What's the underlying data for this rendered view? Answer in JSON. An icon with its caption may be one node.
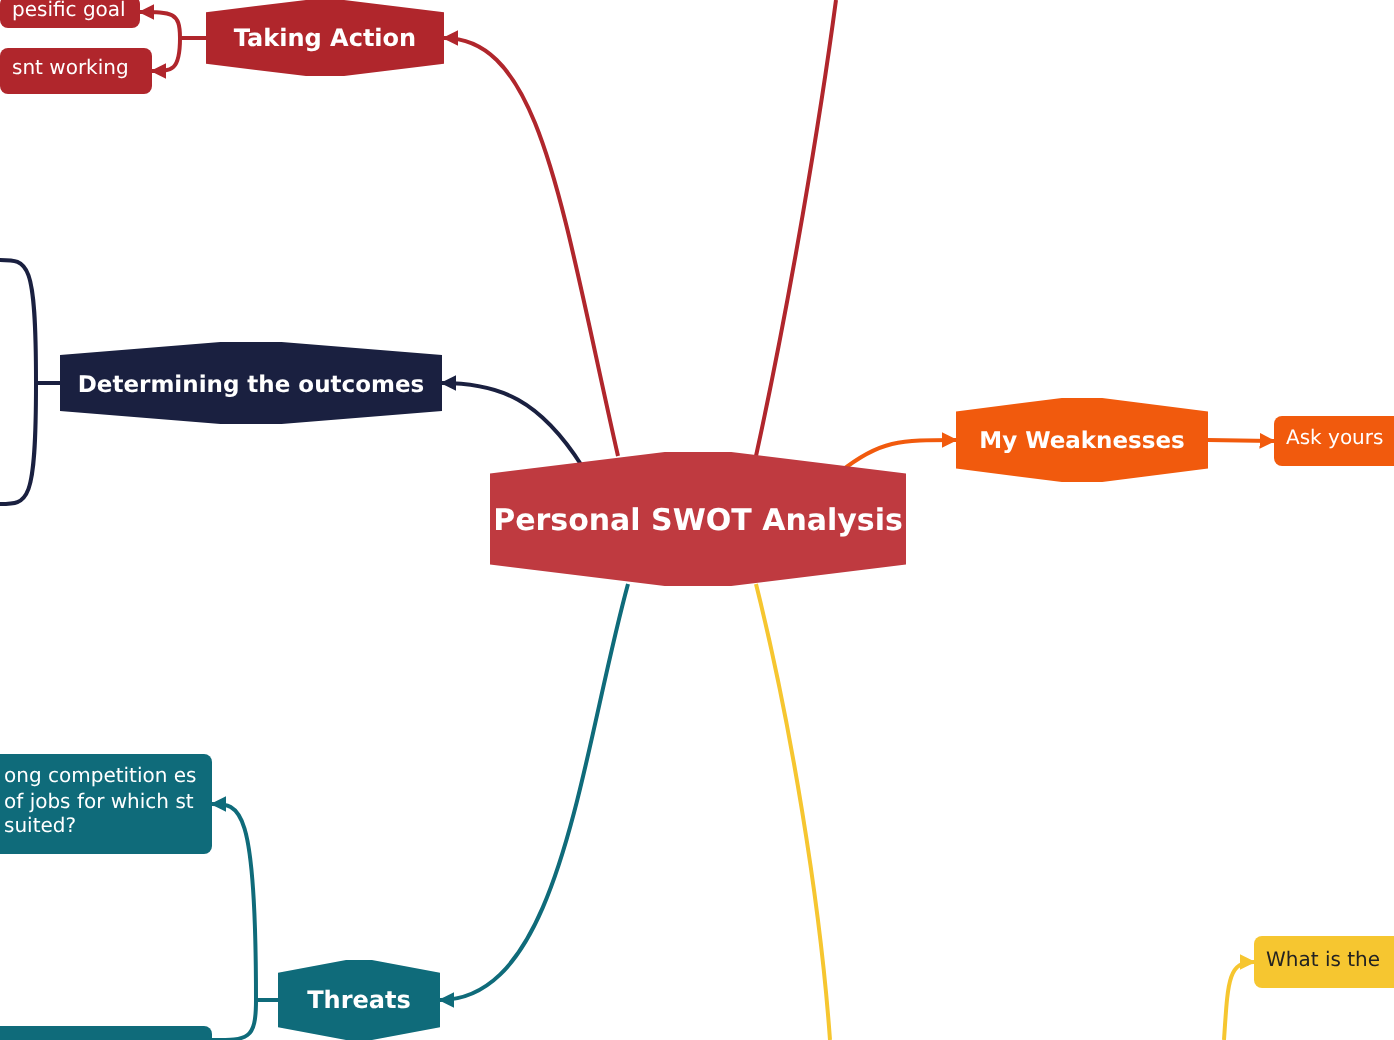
{
  "diagram": {
    "nodes": [
      {
        "text": [
          "Personal SWOT Analysis"
        ]
      },
      {
        "text": [
          "Taking Action"
        ]
      },
      {
        "text": [
          "pesific goal"
        ]
      },
      {
        "text": [
          "snt working"
        ]
      },
      {
        "text": [
          "Determining the outcomes"
        ]
      },
      {
        "text": [
          "My Weaknesses"
        ]
      },
      {
        "text": [
          "Ask yours"
        ]
      },
      {
        "text": [
          "Threats"
        ]
      },
      {
        "text": [
          "ong competition es of jobs for which st suited?"
        ]
      },
      {
        "text": [],
        "shape": "box"
      },
      {
        "text": [
          "What is the"
        ]
      }
    ],
    "edges": [
      {
        "from": 0,
        "to": 1,
        "arrow": "to"
      },
      {
        "from": 1,
        "to": 2,
        "arrow": "to"
      },
      {
        "from": 1,
        "to": 3,
        "arrow": "to"
      },
      {
        "from": 0,
        "to": 4,
        "arrow": "to",
        "color": "#1a2040"
      },
      {
        "from": 4,
        "to": null,
        "arrow": "none",
        "color": "#1a2040"
      },
      {
        "from": 4,
        "to": null,
        "arrow": "none",
        "color": "#1a2040"
      },
      {
        "from": 0,
        "to": 5,
        "arrow": "to",
        "color": "#f15a0d"
      },
      {
        "from": 5,
        "to": 6,
        "arrow": "to",
        "color": "#f15a0d"
      },
      {
        "from": 0,
        "to": 7,
        "arrow": "to",
        "color": "#0f6b7a"
      },
      {
        "from": 7,
        "to": 8,
        "arrow": "to",
        "color": "#0f6b7a"
      },
      {
        "from": 7,
        "to": 9,
        "arrow": "none",
        "color": "#0f6b7a"
      },
      {
        "from": 0,
        "to": null,
        "arrow": "none"
      },
      {
        "from": 0,
        "to": null,
        "arrow": "none",
        "color": "#f6c630"
      },
      {
        "from": null,
        "to": 10,
        "arrow": "to",
        "color": "#f6c630"
      }
    ]
  }
}
